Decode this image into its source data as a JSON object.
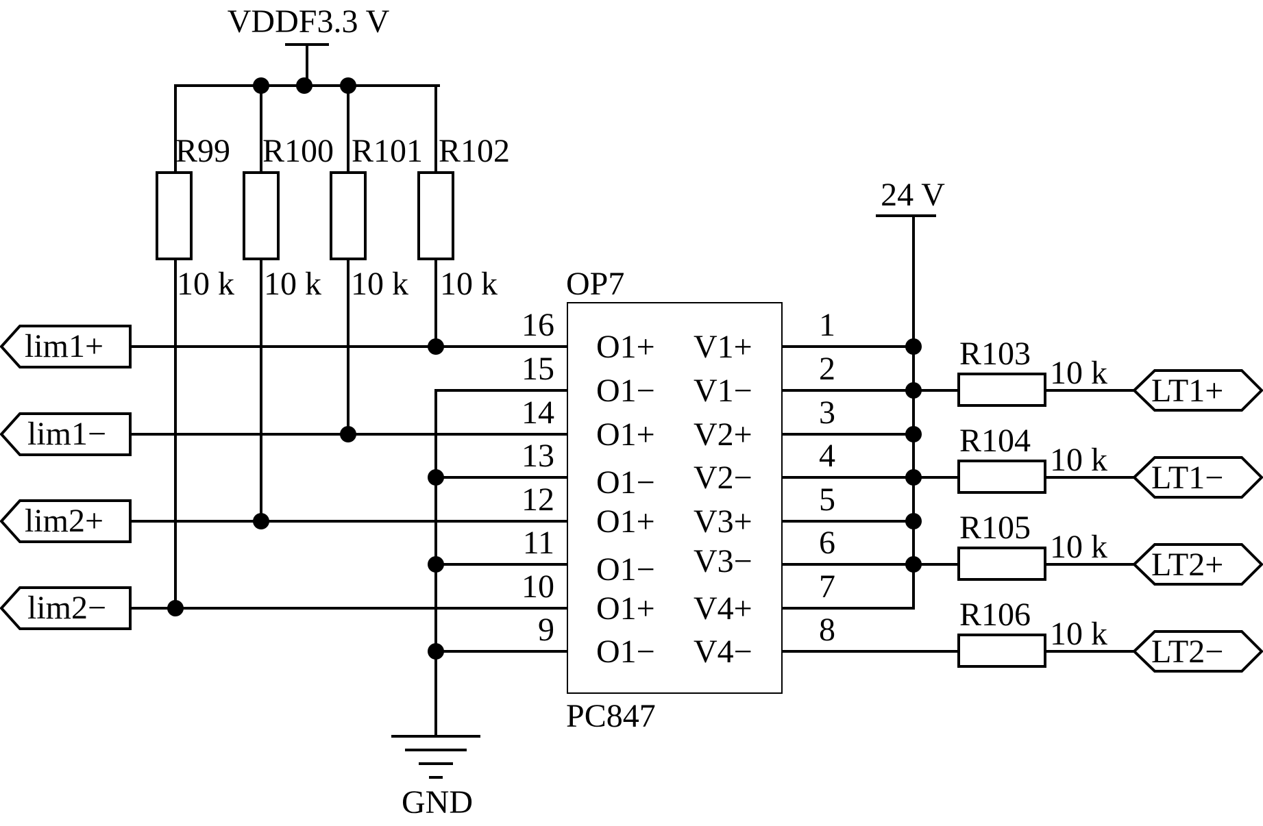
{
  "supply": {
    "vddf_label": "VDDF3.3 V",
    "v24_label": "24 V",
    "gnd_label": "GND"
  },
  "pullups": [
    {
      "name": "R99",
      "value": "10 k"
    },
    {
      "name": "R100",
      "value": "10 k"
    },
    {
      "name": "R101",
      "value": "10 k"
    },
    {
      "name": "R102",
      "value": "10 k"
    }
  ],
  "chip": {
    "ref": "OP7",
    "part": "PC847",
    "left_pins": [
      {
        "num": "16",
        "name": "O1+"
      },
      {
        "num": "15",
        "name": "O1−"
      },
      {
        "num": "14",
        "name": "O1+"
      },
      {
        "num": "13",
        "name": "O1−"
      },
      {
        "num": "12",
        "name": "O1+"
      },
      {
        "num": "11",
        "name": "O1−"
      },
      {
        "num": "10",
        "name": "O1+"
      },
      {
        "num": "9",
        "name": "O1−"
      }
    ],
    "right_pins": [
      {
        "num": "1",
        "name": "V1+"
      },
      {
        "num": "2",
        "name": "V1−"
      },
      {
        "num": "3",
        "name": "V2+"
      },
      {
        "num": "4",
        "name": "V2−"
      },
      {
        "num": "5",
        "name": "V3+"
      },
      {
        "num": "6",
        "name": "V3−"
      },
      {
        "num": "7",
        "name": "V4+"
      },
      {
        "num": "8",
        "name": "V4−"
      }
    ]
  },
  "input_ports": [
    "lim1+",
    "lim1−",
    "lim2+",
    "lim2−"
  ],
  "series_resistors": [
    {
      "name": "R103",
      "value": "10 k"
    },
    {
      "name": "R104",
      "value": "10 k"
    },
    {
      "name": "R105",
      "value": "10 k"
    },
    {
      "name": "R106",
      "value": "10 k"
    }
  ],
  "output_ports": [
    "LT1+",
    "LT1−",
    "LT2+",
    "LT2−"
  ]
}
